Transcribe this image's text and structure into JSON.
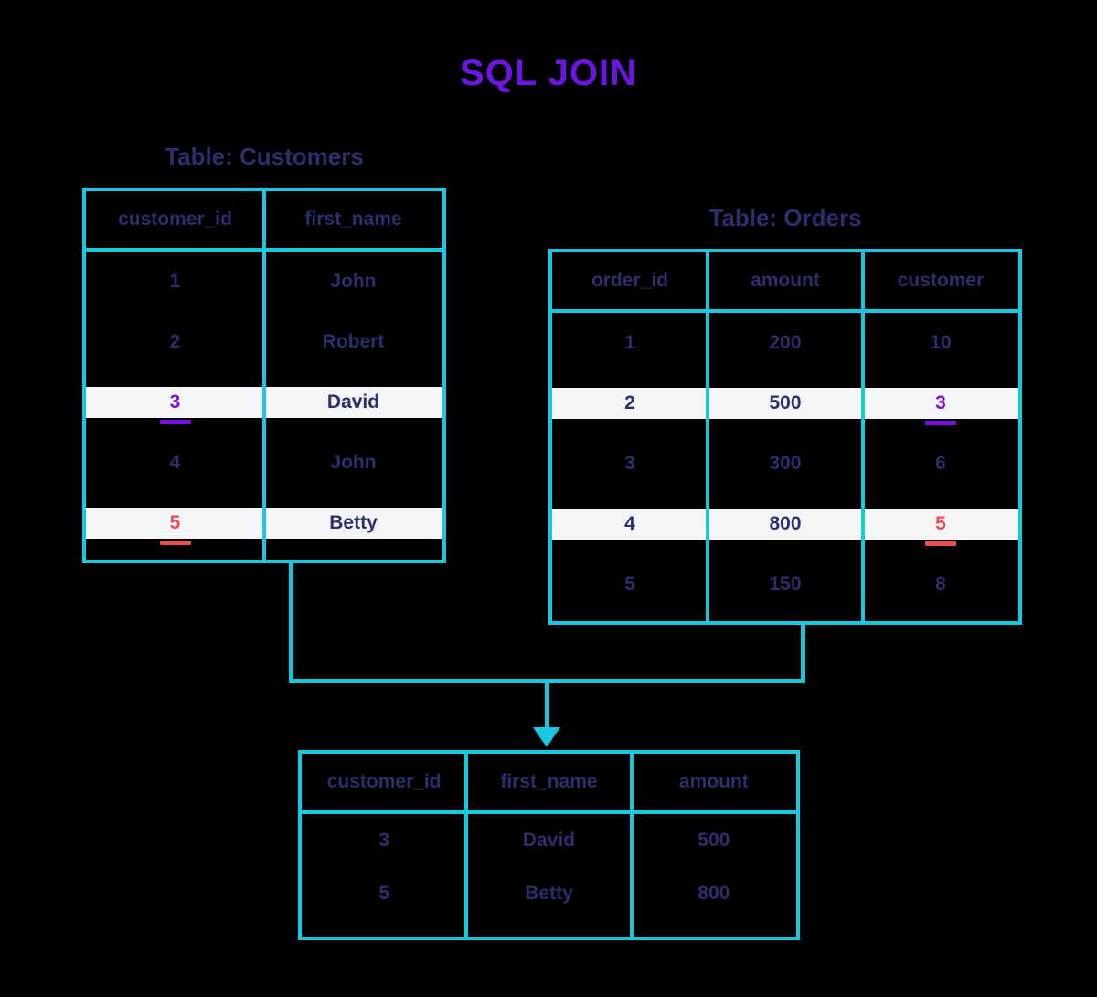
{
  "title": "SQL JOIN",
  "colors": {
    "background": "#000000",
    "border": "#17C8E0",
    "title": "#6B16E0",
    "text": "#2B2F6B",
    "highlight_band": "#F4F5F7",
    "mark_purple": "#7B0FE0",
    "mark_red": "#EE4B55"
  },
  "customers": {
    "caption": "Table: Customers",
    "columns": [
      "customer_id",
      "first_name"
    ],
    "rows": [
      {
        "customer_id": "1",
        "first_name": "John",
        "highlight": false,
        "mark": ""
      },
      {
        "customer_id": "2",
        "first_name": "Robert",
        "highlight": false,
        "mark": ""
      },
      {
        "customer_id": "3",
        "first_name": "David",
        "highlight": true,
        "mark": "purple"
      },
      {
        "customer_id": "4",
        "first_name": "John",
        "highlight": false,
        "mark": ""
      },
      {
        "customer_id": "5",
        "first_name": "Betty",
        "highlight": true,
        "mark": "red"
      }
    ]
  },
  "orders": {
    "caption": "Table: Orders",
    "columns": [
      "order_id",
      "amount",
      "customer"
    ],
    "rows": [
      {
        "order_id": "1",
        "amount": "200",
        "customer": "10",
        "highlight": false,
        "mark": ""
      },
      {
        "order_id": "2",
        "amount": "500",
        "customer": "3",
        "highlight": true,
        "mark": "purple"
      },
      {
        "order_id": "3",
        "amount": "300",
        "customer": "6",
        "highlight": false,
        "mark": ""
      },
      {
        "order_id": "4",
        "amount": "800",
        "customer": "5",
        "highlight": true,
        "mark": "red"
      },
      {
        "order_id": "5",
        "amount": "150",
        "customer": "8",
        "highlight": false,
        "mark": ""
      }
    ]
  },
  "result": {
    "caption": "",
    "columns": [
      "customer_id",
      "first_name",
      "amount"
    ],
    "rows": [
      {
        "customer_id": "3",
        "first_name": "David",
        "amount": "500"
      },
      {
        "customer_id": "5",
        "first_name": "Betty",
        "amount": "800"
      }
    ]
  }
}
